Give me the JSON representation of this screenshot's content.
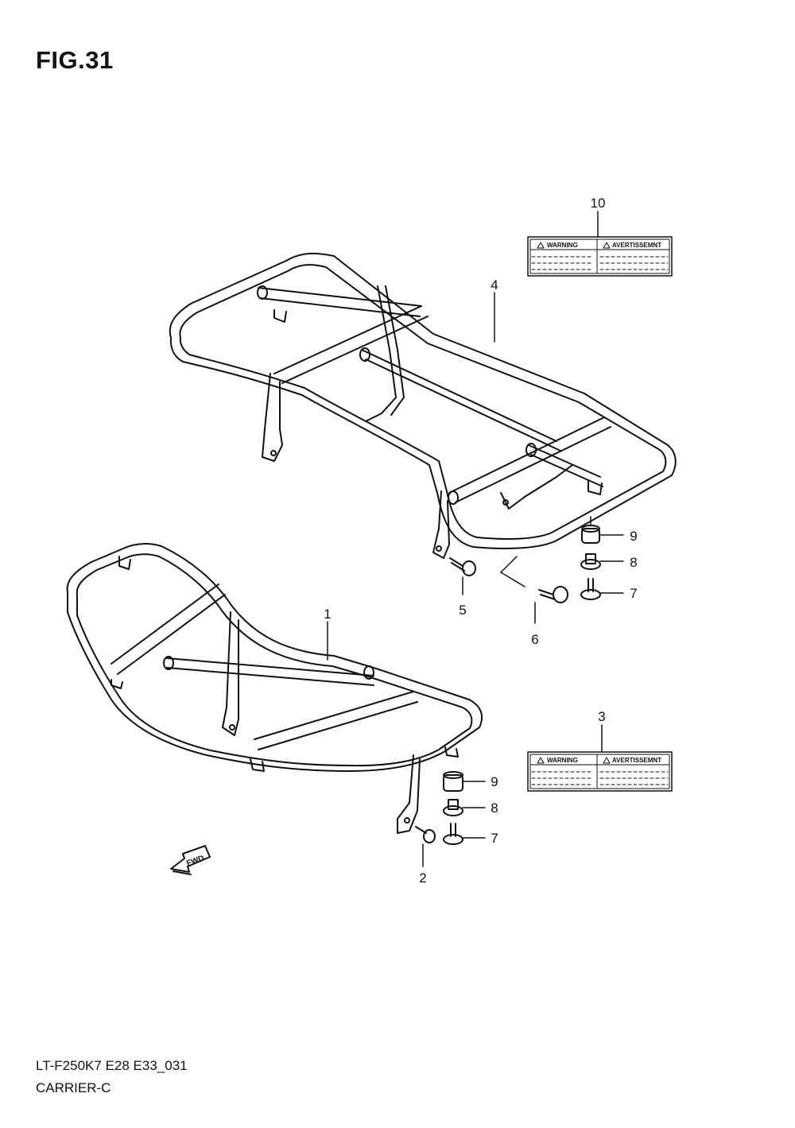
{
  "figure": {
    "title": "FIG.31"
  },
  "footer": {
    "model_code": "LT-F250K7 E28 E33_031",
    "section_name": "CARRIER-C"
  },
  "callouts": {
    "c1": "1",
    "c2": "2",
    "c3": "3",
    "c4": "4",
    "c5": "5",
    "c6": "6",
    "c7a": "7",
    "c7b": "7",
    "c8a": "8",
    "c8b": "8",
    "c9a": "9",
    "c9b": "9",
    "c10": "10"
  },
  "decals": {
    "upper": {
      "left": "WARNING",
      "right": "AVERTISSEMNT"
    },
    "lower": {
      "left": "WARNING",
      "right": "AVERTISSEMNT"
    }
  },
  "fwd_label": "FWD"
}
